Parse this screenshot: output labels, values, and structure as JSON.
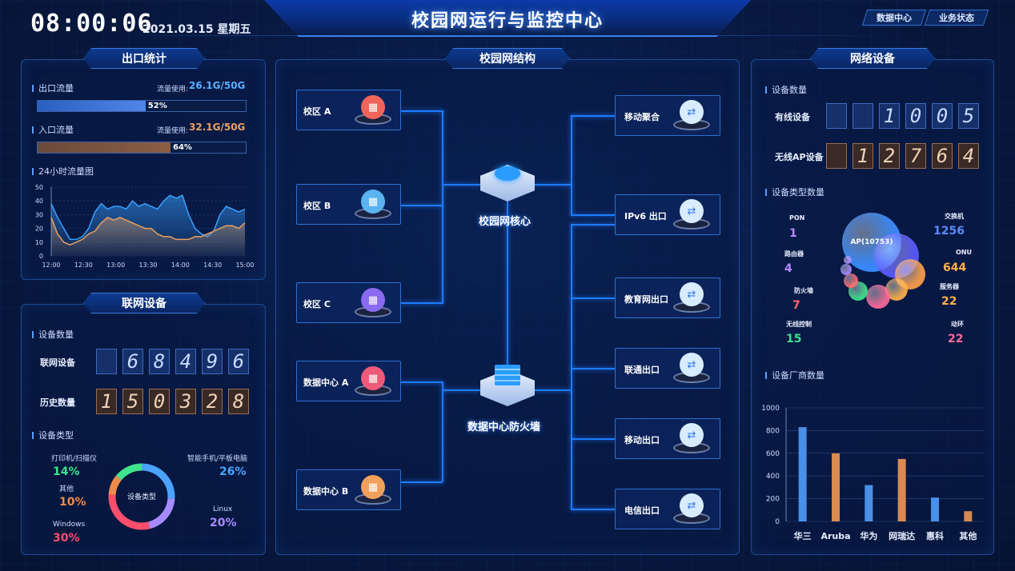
{
  "header": {
    "time": "08:00:06",
    "date": "2021.03.15 星期五",
    "title": "校园网运行与监控中心",
    "buttons": [
      "数据中心",
      "业务状态"
    ]
  },
  "exit_stats": {
    "title": "出口统计",
    "outbound": {
      "label": "出口流量",
      "usage_label": "流量使用:",
      "usage_value": "26.1G/50G",
      "percent_text": "52%",
      "percent": 52
    },
    "inbound": {
      "label": "入口流量",
      "usage_label": "流量使用:",
      "usage_value": "32.1G/50G",
      "percent_text": "64%",
      "percent": 64
    },
    "chart_title": "24小时流量图"
  },
  "chart_data": {
    "type": "area",
    "title": "24小时流量图",
    "x_ticks": [
      "12:00",
      "12:30",
      "13:00",
      "13:30",
      "14:00",
      "14:30",
      "15:00"
    ],
    "y_ticks": [
      "0",
      "10",
      "20",
      "30",
      "40",
      "50"
    ],
    "ylim": [
      0,
      50
    ],
    "grid": true,
    "series": [
      {
        "color": "#3aa0ff",
        "values": [
          38,
          28,
          20,
          12,
          12,
          14,
          20,
          32,
          38,
          34,
          36,
          36,
          34,
          40,
          36,
          38,
          36,
          34,
          40,
          44,
          42,
          44,
          30,
          20,
          16,
          14,
          18,
          30,
          36,
          34,
          32,
          34
        ]
      },
      {
        "color": "#e8a060",
        "values": [
          28,
          16,
          10,
          8,
          10,
          12,
          16,
          18,
          24,
          28,
          26,
          28,
          26,
          24,
          22,
          20,
          20,
          16,
          14,
          14,
          12,
          12,
          12,
          14,
          14,
          16,
          18,
          20,
          22,
          22,
          20,
          24
        ]
      }
    ]
  },
  "connected_devices": {
    "title": "联网设备",
    "count_label": "设备数量",
    "rows": [
      {
        "label": "联网设备",
        "digits": [
          "",
          "6",
          "8",
          "4",
          "9",
          "6"
        ],
        "style": "blue"
      },
      {
        "label": "历史数量",
        "digits": [
          "1",
          "5",
          "0",
          "3",
          "2",
          "8"
        ],
        "style": "brown"
      }
    ],
    "type_label": "设备类型",
    "donut_center": "设备类型",
    "types": [
      {
        "name": "打印机/扫描仪",
        "value": "14%",
        "color": "#3ee38a"
      },
      {
        "name": "其他",
        "value": "10%",
        "color": "#f08a4b"
      },
      {
        "name": "Windows",
        "value": "30%",
        "color": "#ff4e6b"
      },
      {
        "name": "智能手机/平板电脑",
        "value": "26%",
        "color": "#4aa3ff"
      },
      {
        "name": "Linux",
        "value": "20%",
        "color": "#a58bff"
      }
    ]
  },
  "topology": {
    "title": "校园网结构",
    "left_nodes": [
      {
        "label": "校区 A",
        "color": "#f0645a"
      },
      {
        "label": "校区 B",
        "color": "#5ab4f0"
      },
      {
        "label": "校区 C",
        "color": "#8a6af0"
      },
      {
        "label": "数据中心 A",
        "color": "#f05a7a"
      },
      {
        "label": "数据中心 B",
        "color": "#f0a05a"
      }
    ],
    "core": "校园网核心",
    "firewall": "数据中心防火墙",
    "right_nodes": [
      "移动聚合",
      "IPv6 出口",
      "教育网出口",
      "联通出口",
      "移动出口",
      "电信出口"
    ]
  },
  "network_devices": {
    "title": "网络设备",
    "count_label": "设备数量",
    "rows": [
      {
        "label": "有线设备",
        "digits": [
          "",
          "",
          "1",
          "0",
          "0",
          "5"
        ],
        "style": "blue"
      },
      {
        "label": "无线AP设备",
        "digits": [
          "",
          "1",
          "2",
          "7",
          "6",
          "4"
        ],
        "style": "brown"
      }
    ],
    "type_count_label": "设备类型数量",
    "center_bubble": "AP(10753)",
    "types": [
      {
        "name": "PON",
        "value": "1",
        "color": "#b58bff"
      },
      {
        "name": "路由器",
        "value": "4",
        "color": "#b58bff"
      },
      {
        "name": "防火墙",
        "value": "7",
        "color": "#ff6b6b"
      },
      {
        "name": "无线控制",
        "value": "15",
        "color": "#3ee38a"
      },
      {
        "name": "交换机",
        "value": "1256",
        "color": "#5a8cff"
      },
      {
        "name": "ONU",
        "value": "644",
        "color": "#ffb04a"
      },
      {
        "name": "服务器",
        "value": "22",
        "color": "#ffb04a"
      },
      {
        "name": "动环",
        "value": "22",
        "color": "#ff6b9a"
      }
    ],
    "vendor_label": "设备厂商数量"
  },
  "vendor_chart": {
    "type": "bar",
    "categories": [
      "华三",
      "Aruba",
      "华为",
      "网瑞达",
      "惠科",
      "其他"
    ],
    "values": [
      830,
      600,
      320,
      550,
      210,
      90
    ],
    "colors": [
      "#4a90e8",
      "#d88a52",
      "#4a90e8",
      "#d88a52",
      "#4a90e8",
      "#d88a52"
    ],
    "y_ticks": [
      "0",
      "200",
      "400",
      "600",
      "800",
      "1000"
    ],
    "ylim": [
      0,
      1000
    ],
    "grid": true
  }
}
